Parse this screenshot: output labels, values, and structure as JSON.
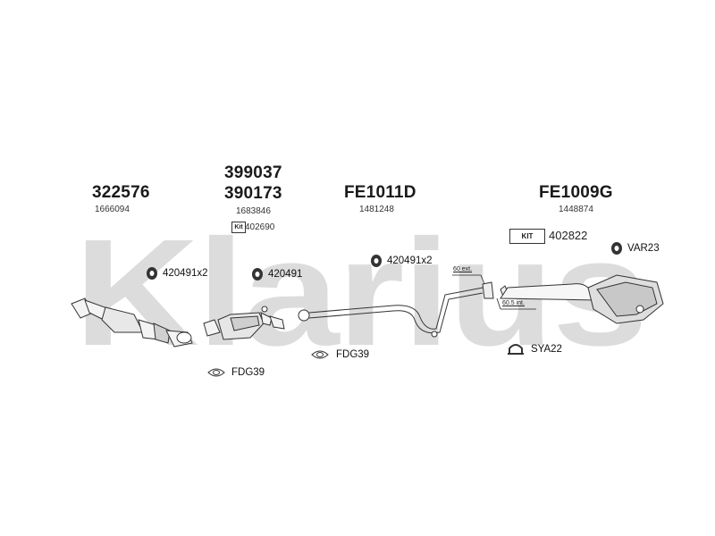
{
  "watermark": {
    "text": "Klarius",
    "color": "#d9d9d9"
  },
  "sections": [
    {
      "part_numbers": [
        "322576"
      ],
      "ref": "1666094"
    },
    {
      "part_numbers": [
        "399037",
        "390173"
      ],
      "ref": "1683846",
      "kit": {
        "label": "Kit",
        "number": "402690"
      }
    },
    {
      "part_numbers": [
        "FE1011D"
      ],
      "ref": "1481248"
    },
    {
      "part_numbers": [
        "FE1009G"
      ],
      "ref": "1448874",
      "kit": {
        "label": "KIT",
        "number": "402822"
      }
    }
  ],
  "accessories": {
    "mount_1": "420491x2",
    "mount_2": "420491",
    "mount_3": "420491x2",
    "var": "VAR23",
    "gasket_1": "FDG39",
    "gasket_2": "FDG39",
    "clamp": "SYA22"
  },
  "dimensions": {
    "ext": "60 ext.",
    "int": "60.5 int."
  }
}
